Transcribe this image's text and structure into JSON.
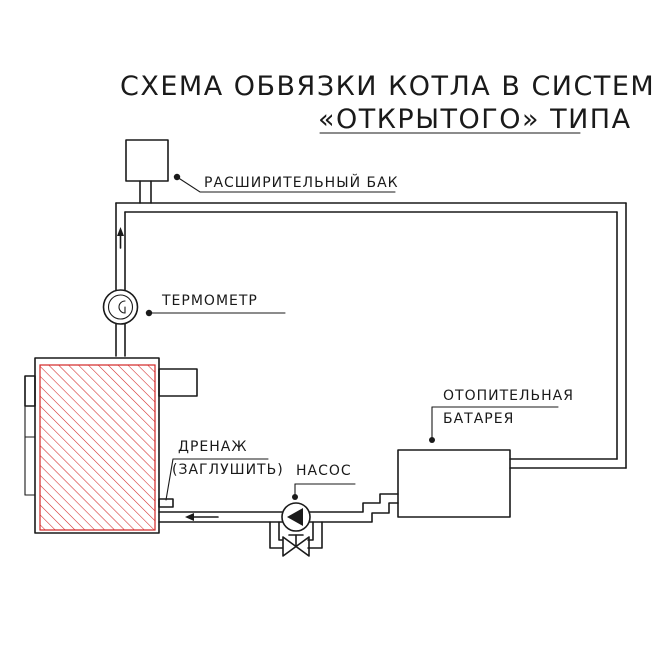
{
  "title": {
    "line1": "схема обвязки котла в системе",
    "line2": "«открытого» типа"
  },
  "labels": {
    "expansion_tank": "расширительный бак",
    "thermometer": "термометр",
    "radiator_line1": "отопительная",
    "radiator_line2": "батарея",
    "drain_line1": "дренаж",
    "drain_line2": "(заглушить)",
    "pump": "насос"
  },
  "colors": {
    "ink": "#1a1a1a",
    "boiler_hatch": "#d32626",
    "background": "#ffffff"
  }
}
